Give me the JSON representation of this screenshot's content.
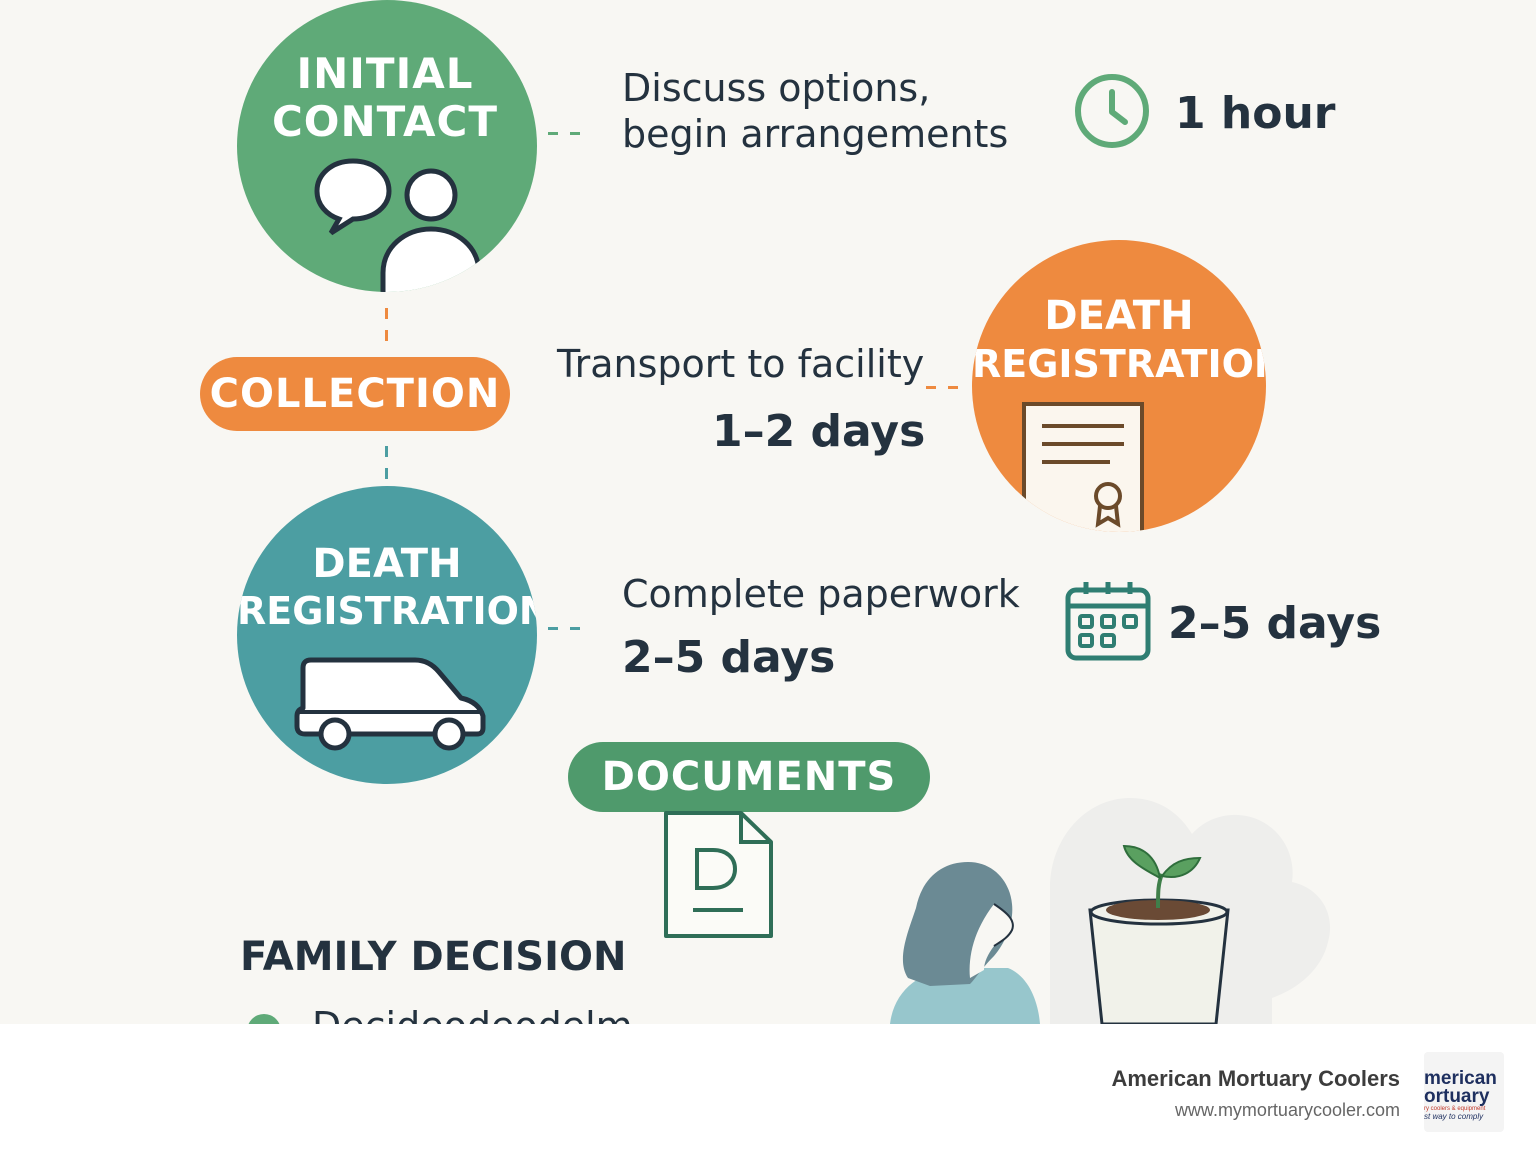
{
  "steps": {
    "initial_contact": {
      "title_line1": "INITIAL",
      "title_line2": "CONTACT",
      "desc_line1": "Discuss options,",
      "desc_line2": "begin arrangements",
      "duration": "1 hour",
      "icon": "chat-person-icon",
      "duration_icon": "clock-icon",
      "color": "#5faa78"
    },
    "collection": {
      "label": "COLLECTION",
      "desc": "Transport to facility",
      "duration": "1–2 days",
      "color": "#ee8a3f"
    },
    "death_registration_right": {
      "title_line1": "DEATH",
      "title_line2": "REGISTRATION",
      "icon": "certificate-icon",
      "color": "#ee8a3f"
    },
    "death_registration_left": {
      "title_line1": "DEATH",
      "title_line2": "REGISTRATION",
      "desc": "Complete paperwork",
      "duration": "2–5 days",
      "duration_side": "2–5 days",
      "icon": "hearse-icon",
      "duration_icon": "calendar-icon",
      "color": "#4c9ea2"
    },
    "documents": {
      "label": "DOCUMENTS",
      "icon": "document-icon",
      "color": "#4f9a6c"
    },
    "family_decision": {
      "title": "FAMILY DECISION",
      "bullet_partial": "Decideodeodelm"
    }
  },
  "illustration": {
    "person": "person-icon",
    "plant": "sprout-pot-icon"
  },
  "footer": {
    "company": "American Mortuary Coolers",
    "url": "www.mymortuarycooler.com",
    "logo_line1": "merican",
    "logo_line2": "ortuary",
    "logo_line3": "ry coolers & equipment",
    "logo_line4": "st way to comply"
  }
}
